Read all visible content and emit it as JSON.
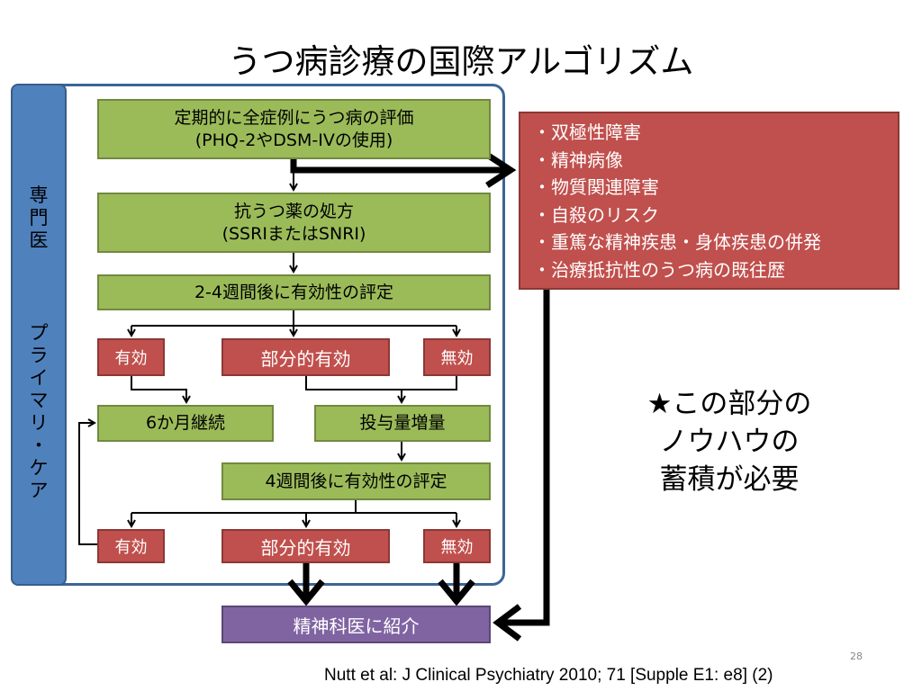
{
  "slide": {
    "title": "うつ病診療の国際アルゴリズム",
    "page_number": "28",
    "citation": "Nutt et al: J Clinical Psychiatry 2010; 71 [Supple E1: e8] (2)"
  },
  "sidebar": {
    "specialist": [
      "専",
      "門",
      "医"
    ],
    "primary_care": [
      "プ",
      "ラ",
      "イ",
      "マ",
      "リ",
      "・",
      "ケ",
      "ア"
    ]
  },
  "flow": {
    "step1_line1": "定期的に全症例にうつ病の評価",
    "step1_line2": "(PHQ-2やDSM-IVの使用)",
    "step2_line1": "抗うつ薬の処方",
    "step2_line2": "(SSRIまたはSNRI)",
    "eval1": "2-4週間後に有効性の評定",
    "effective": "有効",
    "partial": "部分的有効",
    "ineffective": "無効",
    "continue": "6か月継続",
    "dose_increase": "投与量増量",
    "eval2": "4週間後に有効性の評定",
    "referral": "精神科医に紹介"
  },
  "referral_criteria": [
    "・双極性障害",
    "・精神病像",
    "・物質関連障害",
    "・自殺のリスク",
    "・重篤な精神疾患・身体疾患の併発",
    "・治療抵抗性のうつ病の既往歴"
  ],
  "note": {
    "line1": "★この部分の",
    "line2": "ノウハウの",
    "line3": "蓄積が必要"
  },
  "colors": {
    "green": "#9bbb59",
    "red": "#c0504d",
    "purple": "#8064a2",
    "blue": "#4f81bd"
  }
}
